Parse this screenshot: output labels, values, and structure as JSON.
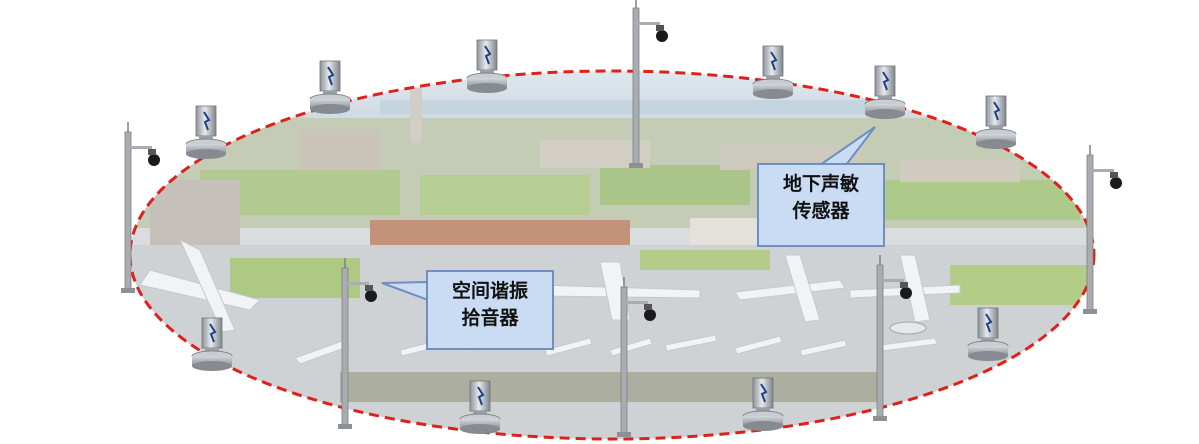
{
  "callouts": {
    "underground": {
      "line1": "地下声敏",
      "line2": "传感器"
    },
    "airspace": {
      "line1": "空间谐振",
      "line2": "拾音器"
    }
  },
  "colors": {
    "boundary": "#e0201a",
    "callout_fill": "#c9dcf3",
    "callout_border": "#6e8fbf",
    "sensor_metal": "#b7bcc2",
    "pole_gray": "#a9adb2",
    "grass": "#8dbb5a",
    "tarmac": "#c5c8cc"
  },
  "icons": {
    "sensor": "acoustic-sensor-icon",
    "camera": "camera-pole-icon"
  }
}
